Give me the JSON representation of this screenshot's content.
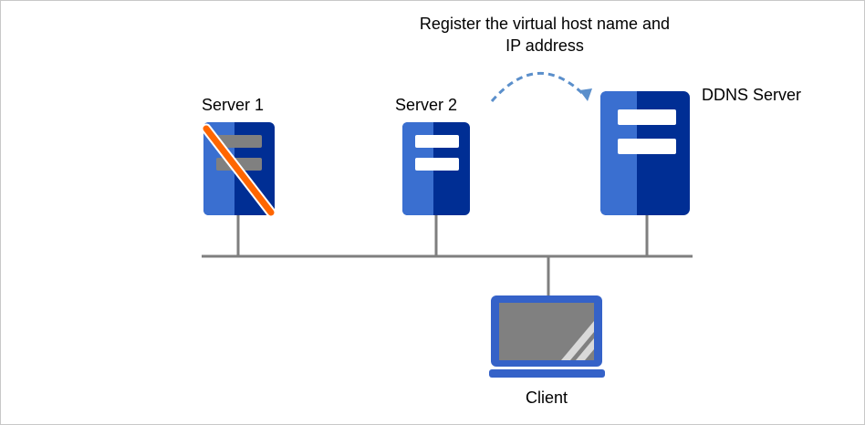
{
  "labels": {
    "server1": "Server 1",
    "server2": "Server 2",
    "ddns": "DDNS Server",
    "client": "Client",
    "register_note": "Register the virtual host name and IP address"
  },
  "status": {
    "server1_failed": true
  },
  "colors": {
    "server_light": "#3a6fd0",
    "server_dark": "#002e94",
    "slot_white": "#ffffff",
    "slot_gray": "#808080",
    "failure_slash": "#ff6600",
    "network_line": "#7f7f7f",
    "arrow": "#5b8fcb",
    "laptop_frame": "#3562c8",
    "laptop_screen": "#808080",
    "laptop_glare": "#d9d9d9"
  },
  "icons": {
    "server": "server-icon",
    "laptop": "laptop-icon",
    "failure": "failure-slash-icon",
    "arrow": "curved-arrow-icon"
  }
}
